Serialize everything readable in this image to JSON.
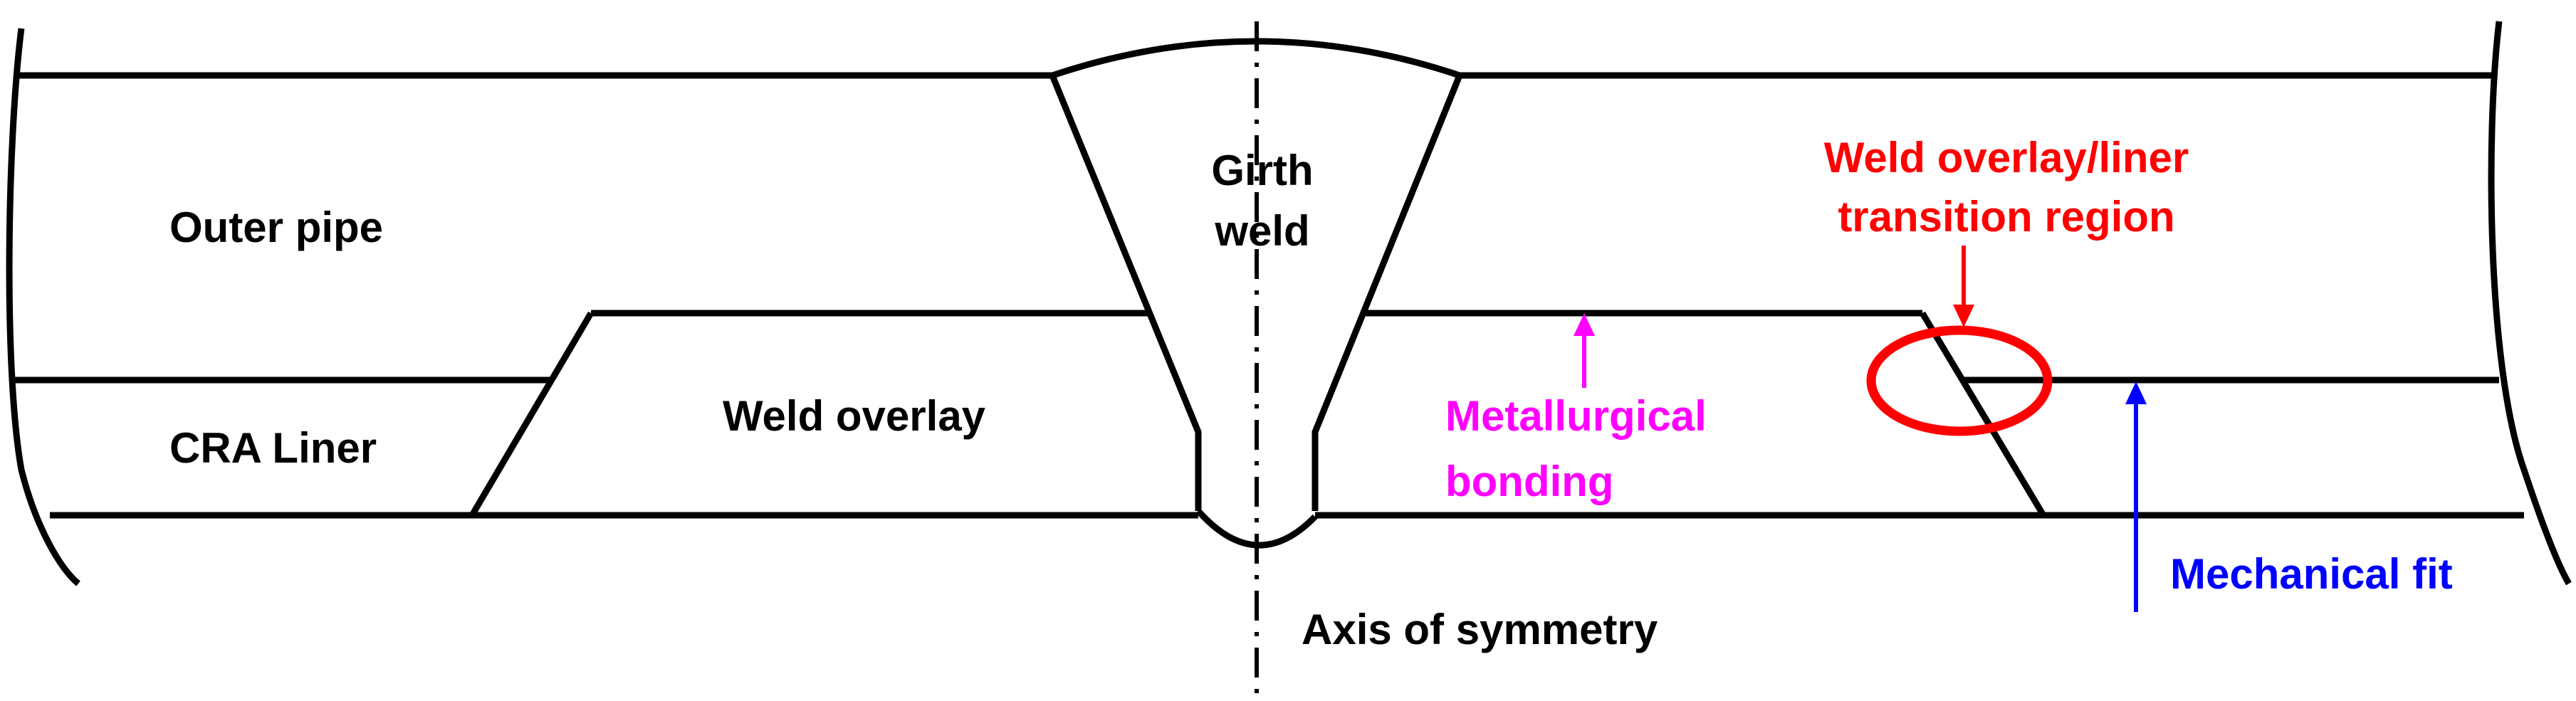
{
  "labels": {
    "outer_pipe": "Outer pipe",
    "cra_liner": "CRA Liner",
    "weld_overlay": "Weld overlay",
    "girth_line1": "Girth",
    "girth_line2": "weld",
    "axis": "Axis of symmetry",
    "metallurgical_line1": "Metallurgical",
    "metallurgical_line2": "bonding",
    "transition_line1": "Weld overlay/liner",
    "transition_line2": "transition region",
    "mechanical_fit": "Mechanical fit"
  },
  "colors": {
    "outline": "#000000",
    "metallurgical": "#ff00ff",
    "transition": "#ff0000",
    "mechanical": "#0000ff"
  }
}
